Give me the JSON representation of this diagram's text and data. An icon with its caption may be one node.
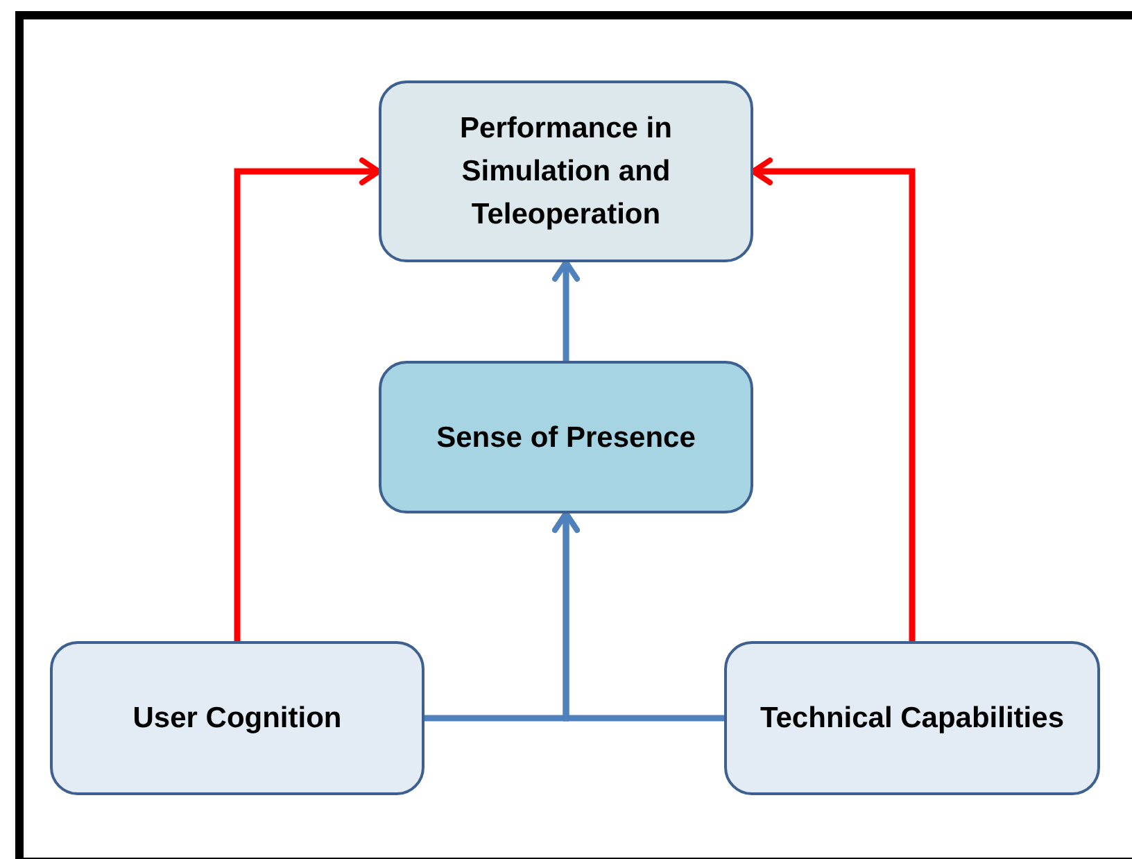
{
  "diagram": {
    "nodes": [
      {
        "text": [
          "Performance in Simulation and Teleoperation"
        ]
      },
      {
        "text": [
          "Sense of Presence"
        ]
      },
      {
        "text": [
          "User Cognition"
        ]
      },
      {
        "text": [
          "Technical Capabilities"
        ]
      }
    ],
    "edges": [
      {
        "from": 1,
        "to": 0,
        "arrow": "to"
      },
      {
        "from": 2,
        "to": 1,
        "arrow": "to"
      },
      {
        "from": 3,
        "to": 1,
        "arrow": "to"
      },
      {
        "from": 2,
        "to": 0,
        "arrow": "to",
        "color": "#ff0000"
      },
      {
        "from": 3,
        "to": 0,
        "arrow": "to",
        "color": "#ff0000"
      }
    ]
  }
}
